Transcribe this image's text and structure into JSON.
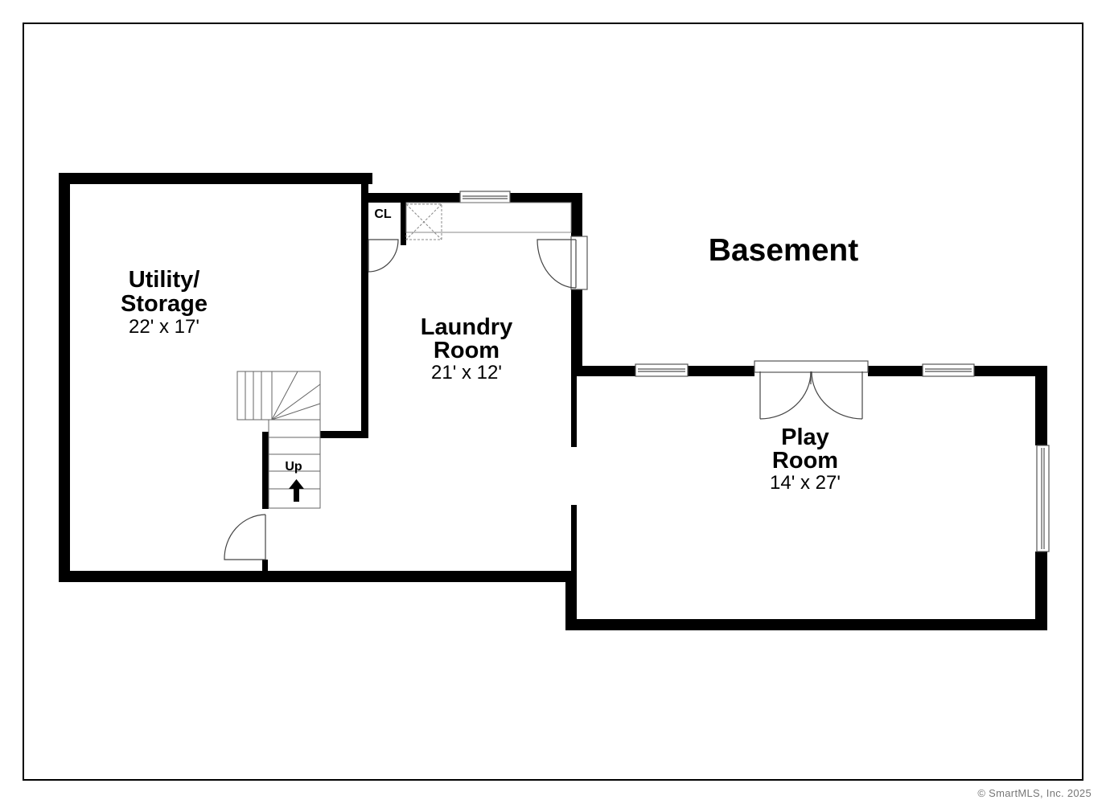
{
  "floor_title": "Basement",
  "rooms": [
    {
      "id": "utility",
      "name_lines": [
        "Utility/",
        "Storage"
      ],
      "dimensions": "22' x 17'"
    },
    {
      "id": "laundry",
      "name_lines": [
        "Laundry",
        "Room"
      ],
      "dimensions": "21' x 12'"
    },
    {
      "id": "play",
      "name_lines": [
        "Play",
        "Room"
      ],
      "dimensions": "14' x 27'"
    }
  ],
  "closet_label": "CL",
  "stairs_label": "Up",
  "copyright": "© SmartMLS, Inc.  2025",
  "colors": {
    "wall": "#000000",
    "background": "#ffffff",
    "fixture": "#777777"
  }
}
